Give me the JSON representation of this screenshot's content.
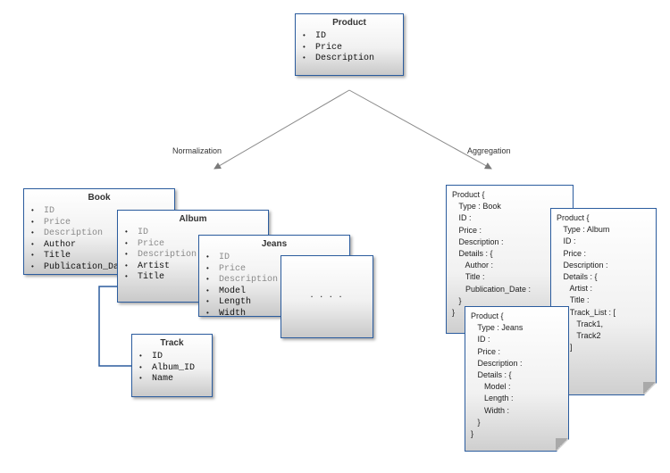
{
  "product": {
    "title": "Product",
    "items": [
      "ID",
      "Price",
      "Description"
    ]
  },
  "labels": {
    "normalization": "Normalization",
    "aggregation": "Aggregation"
  },
  "book": {
    "title": "Book",
    "inherited": [
      "ID",
      "Price",
      "Description"
    ],
    "own": [
      "Author",
      "Title",
      "Publication_Da"
    ]
  },
  "album": {
    "title": "Album",
    "inherited": [
      "ID",
      "Price",
      "Description"
    ],
    "own": [
      "Artist",
      "Title"
    ]
  },
  "jeans": {
    "title": "Jeans",
    "inherited": [
      "ID",
      "Price",
      "Description"
    ],
    "own": [
      "Model",
      "Length",
      "Width"
    ]
  },
  "more": {
    "text": ". . . ."
  },
  "track": {
    "title": "Track",
    "items": [
      "ID",
      "Album_ID",
      "Name"
    ]
  },
  "doc_book": {
    "lines": [
      "Product {",
      "   Type : Book",
      "   ID :",
      "   Price :",
      "   Description :",
      "   Details : {",
      "      Author :",
      "      Title :",
      "      Publication_Date :",
      "   }",
      "}"
    ]
  },
  "doc_album": {
    "lines": [
      "Product {",
      "   Type : Album",
      "   ID :",
      "   Price :",
      "   Description :",
      "   Details : {",
      "      Artist :",
      "      Title :",
      "      Track_List : [",
      "         Track1,",
      "         Track2",
      "      ]",
      "   }"
    ]
  },
  "doc_jeans": {
    "lines": [
      "Product {",
      "   Type : Jeans",
      "   ID :",
      "   Price :",
      "   Description :",
      "   Details : {",
      "      Model :",
      "      Length :",
      "      Width :",
      "   }",
      "}"
    ]
  }
}
